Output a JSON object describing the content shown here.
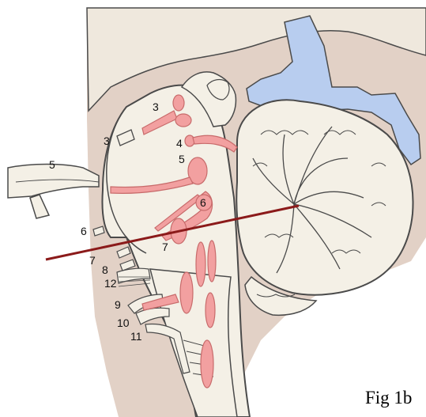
{
  "figure": {
    "caption": "Fig 1b",
    "colors": {
      "background_tissue": "#e2d1c6",
      "brainstem": "#f4f0e6",
      "outline": "#4a4a4a",
      "nucleus": "#f2a0a0",
      "ventricle": "#b8cdef",
      "section_line": "#8b1a1a"
    },
    "labels": [
      {
        "id": "lbl-3-upper",
        "text": "3"
      },
      {
        "id": "lbl-3-left",
        "text": "3"
      },
      {
        "id": "lbl-4",
        "text": "4"
      },
      {
        "id": "lbl-5-nerve",
        "text": "5"
      },
      {
        "id": "lbl-5-nucleus",
        "text": "5"
      },
      {
        "id": "lbl-6-nucleus",
        "text": "6"
      },
      {
        "id": "lbl-6-nerve",
        "text": "6"
      },
      {
        "id": "lbl-7-nucleus",
        "text": "7"
      },
      {
        "id": "lbl-7-nerve",
        "text": "7"
      },
      {
        "id": "lbl-8",
        "text": "8"
      },
      {
        "id": "lbl-12",
        "text": "12"
      },
      {
        "id": "lbl-9",
        "text": "9"
      },
      {
        "id": "lbl-10",
        "text": "10"
      },
      {
        "id": "lbl-11",
        "text": "11"
      }
    ]
  }
}
